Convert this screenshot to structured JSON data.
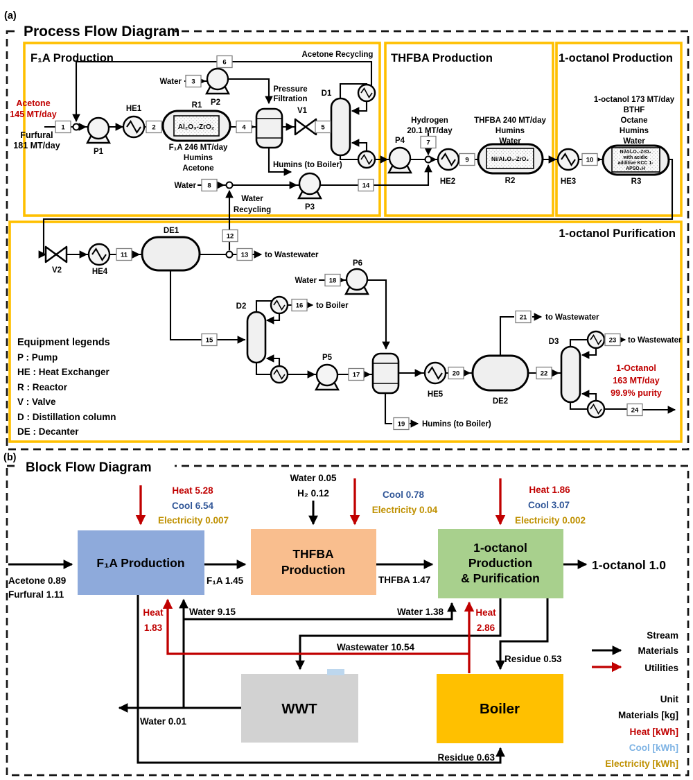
{
  "colors": {
    "accent": "#FFC000",
    "red": "#C00000",
    "blue": "#2F5597",
    "gold": "#BF9000",
    "lblue": "#7EB3E4",
    "block_blue": "#8EAADB",
    "block_orange": "#F9BE8E",
    "block_green": "#A8D08D",
    "block_gray": "#D2D2D2",
    "block_gold": "#FFC000"
  },
  "pa": {
    "tag": "(a)",
    "title": "Process Flow Diagram",
    "sections": {
      "f1a": "F₁A Production",
      "thfba": "THFBA Production",
      "oprod": "1-octanol Production",
      "opurif": "1-octanol Purification"
    },
    "streams": [
      "1",
      "2",
      "3",
      "4",
      "5",
      "6",
      "7",
      "8",
      "9",
      "10",
      "11",
      "12",
      "13",
      "14",
      "15",
      "16",
      "17",
      "18",
      "19",
      "20",
      "21",
      "22",
      "23",
      "24"
    ],
    "eq": {
      "p1": "P1",
      "p2": "P2",
      "p3": "P3",
      "p4": "P4",
      "p5": "P5",
      "p6": "P6",
      "he1": "HE1",
      "he2": "HE2",
      "he3": "HE3",
      "he4": "HE4",
      "he5": "HE5",
      "r1": "R1",
      "r2": "R2",
      "r3": "R3",
      "v1": "V1",
      "v2": "V2",
      "d1": "D1",
      "d2": "D2",
      "d3": "D3",
      "de1": "DE1",
      "de2": "DE2"
    },
    "labels": {
      "acetone1": "Acetone",
      "acetone2": "145 MT/day",
      "furfural1": "Furfural",
      "furfural2": "181 MT/day",
      "water": "Water",
      "acetone_recycling": "Acetone Recycling",
      "pf1": "Pressure",
      "pf2": "Filtration",
      "humins_boiler": "Humins (to Boiler)",
      "wr1": "Water",
      "wr2": "Recycling",
      "h2_1": "Hydrogen",
      "h2_2": "20.1 MT/day",
      "r1p1": "F₁A 246 MT/day",
      "r1p2": "Humins",
      "r1p3": "Acetone",
      "r2p1": "THFBA 240 MT/day",
      "r2p2": "Humins",
      "r2p3": "Water",
      "r3p1": "1-octanol 173 MT/day",
      "r3p2": "BTHF",
      "r3p3": "Octane",
      "r3p4": "Humins",
      "r3p5": "Water",
      "r1cat": "Al₂O₃-ZrO₂",
      "r2cat": "Ni/Al₂O₃-ZrO₂",
      "r3cat1": "Ni/Al₂O₃-ZrO₂",
      "r3cat2": "with acidic",
      "r3cat3": "additive KCC 1-",
      "r3cat4": "APSO₃H",
      "to_ww": "to Wastewater",
      "to_boiler": "to Boiler",
      "prod1": "1-Octanol",
      "prod2": "163 MT/day",
      "prod3": "99.9% purity"
    },
    "legend": {
      "title": "Equipment legends",
      "items": [
        "P : Pump",
        "HE : Heat Exchanger",
        "R : Reactor",
        "V : Valve",
        "D : Distillation column",
        "DE : Decanter"
      ]
    }
  },
  "pb": {
    "tag": "(b)",
    "title": "Block Flow Diagram",
    "blocks": {
      "f1a": "F₁A Production",
      "thfba1": "THFBA",
      "thfba2": "Production",
      "oct1": "1-octanol",
      "oct2": "Production",
      "oct3": "& Purification",
      "wwt": "WWT",
      "boiler": "Boiler"
    },
    "flows": {
      "acetone": "Acetone 0.89",
      "furfural": "Furfural 1.11",
      "f1a_out": "F₁A 1.45",
      "thfba_out": "THFBA 1.47",
      "product": "1-octanol 1.0",
      "water_915": "Water 9.15",
      "water_138": "Water 1.38",
      "water_001": "Water 0.01",
      "wastewater": "Wastewater 10.54",
      "residue_053": "Residue 0.53",
      "residue_063": "Residue 0.63",
      "heat_183a": "Heat",
      "heat_183b": "1.83",
      "heat_286a": "Heat",
      "heat_286b": "2.86"
    },
    "util": {
      "f1a_heat": "Heat 5.28",
      "f1a_cool": "Cool 6.54",
      "f1a_elec": "Electricity 0.007",
      "thfba_water": "Water 0.05",
      "thfba_h2": "H₂ 0.12",
      "thfba_cool": "Cool 0.78",
      "thfba_elec": "Electricity 0.04",
      "oct_heat": "Heat 1.86",
      "oct_cool": "Cool 3.07",
      "oct_elec": "Electricity 0.002"
    },
    "legend": {
      "stream": "Stream",
      "materials": "Materials",
      "utilities": "Utilities",
      "unit": "Unit",
      "u_mat": "Materials [kg]",
      "u_heat": "Heat [kWh]",
      "u_cool": "Cool [kWh]",
      "u_elec": "Electricity [kWh]"
    }
  }
}
